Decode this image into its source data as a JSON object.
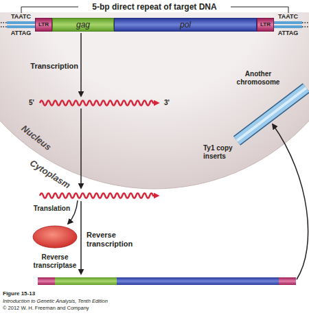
{
  "diagram": {
    "nodes": [
      {
        "text": [
          "TAATC",
          "ATTAG"
        ]
      },
      {
        "text": [
          "LTR"
        ]
      },
      {
        "text": [
          "gag"
        ]
      },
      {
        "text": [
          "pol"
        ]
      },
      {
        "text": [
          "LTR"
        ]
      },
      {
        "text": [
          "TAATC",
          "ATTAG"
        ]
      },
      {
        "text": [
          "Another chromosome"
        ]
      },
      {
        "text": [
          "Reverse transcriptase"
        ]
      }
    ],
    "labels": [
      "5-bp direct repeat of target DNA",
      "Transcription",
      "5'",
      "3'",
      "Nucleus",
      "Ty1 copy inserts",
      "Cytoplasm",
      "Translation",
      "Reverse transcription",
      "Figure 15-13",
      "Introduction to Genetic Analysis, Tenth Edition",
      "© 2012 W. H. Freeman and Company"
    ]
  }
}
